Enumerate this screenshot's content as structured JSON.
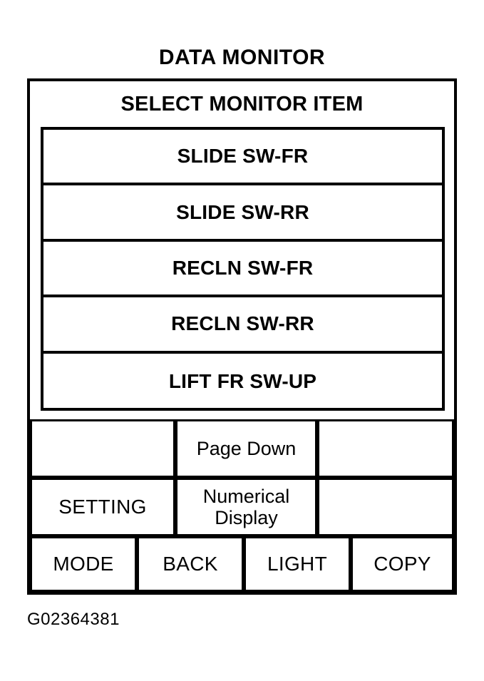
{
  "figure": {
    "title": "DATA MONITOR",
    "caption": "G02364381"
  },
  "screen": {
    "header": "SELECT MONITOR ITEM",
    "monitor_items": [
      {
        "label": "SLIDE SW-FR"
      },
      {
        "label": "SLIDE SW-RR"
      },
      {
        "label": "RECLN SW-FR"
      },
      {
        "label": "RECLN SW-RR"
      },
      {
        "label": "LIFT FR SW-UP"
      }
    ]
  },
  "softkeys": {
    "row1": [
      {
        "label": ""
      },
      {
        "label": "Page Down"
      },
      {
        "label": ""
      }
    ],
    "row2": [
      {
        "label": "SETTING"
      },
      {
        "label": "Numerical\nDisplay"
      },
      {
        "label": ""
      }
    ],
    "row3": [
      {
        "label": "MODE"
      },
      {
        "label": "BACK"
      },
      {
        "label": "LIGHT"
      },
      {
        "label": "COPY"
      }
    ]
  },
  "colors": {
    "ink": "#000000",
    "paper": "#ffffff"
  }
}
